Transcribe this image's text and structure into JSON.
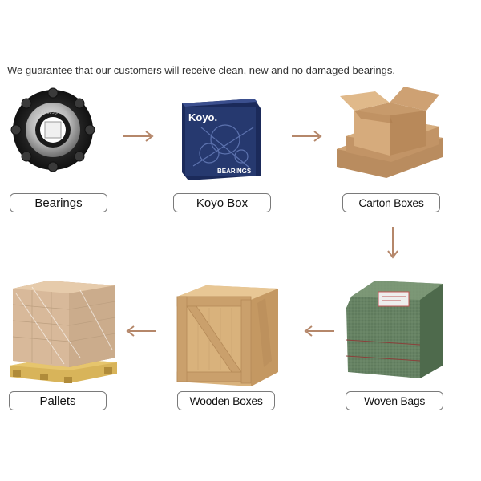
{
  "headline": "We guarantee that our customers will receive clean, new and no damaged bearings.",
  "steps": [
    {
      "label": "Bearings"
    },
    {
      "label": "Koyo Box"
    },
    {
      "label": "Carton Boxes"
    },
    {
      "label": "Woven Bags"
    },
    {
      "label": "Wooden Boxes"
    },
    {
      "label": "Pallets"
    }
  ],
  "bearing_text": "BU3013 JAPAN",
  "koyo_box": {
    "brand": "Koyo.",
    "product": "BEARINGS"
  },
  "colors": {
    "arrow": "#b5876a",
    "label_border": "#7a7a7a",
    "koyo_blue": "#26396f",
    "cardboard": "#c9a57c",
    "woven_green": "#5e7a5c",
    "wood": "#d9b27c"
  }
}
